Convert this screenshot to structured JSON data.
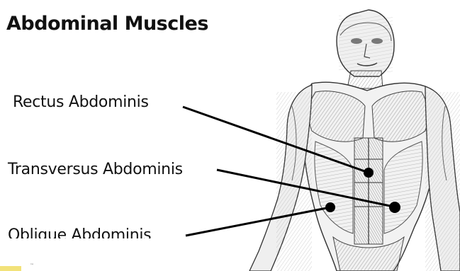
{
  "title": "Abdominal Muscles",
  "labels": {
    "rectus": "Rectus Abdominis",
    "transversus": "Transversus Abdominis",
    "oblique": "Oblique Abdominis"
  },
  "footer": {
    "tm": "™"
  },
  "colors": {
    "ink": "#111111",
    "figure_stroke": "#3a3a3a",
    "figure_fill": "#e9e9e9",
    "accent": "#f2e27a"
  }
}
